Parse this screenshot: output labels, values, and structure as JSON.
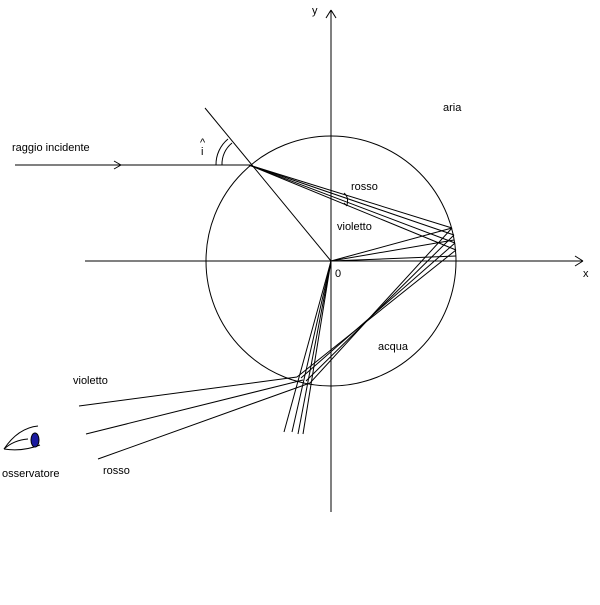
{
  "labels": {
    "axis_x": "x",
    "axis_y": "y",
    "origin": "0",
    "incident_ray": "raggio incidente",
    "angle": "i",
    "angle_hat": "^",
    "air": "aria",
    "water": "acqua",
    "red_inside": "rosso",
    "violet_inside": "violetto",
    "violet_out": "violetto",
    "red_out": "rosso",
    "observer": "osservatore"
  },
  "colors": {
    "stroke": "#000000",
    "eye_iris": "#1a1aa0"
  },
  "icons": {
    "observer": "eye-icon"
  }
}
